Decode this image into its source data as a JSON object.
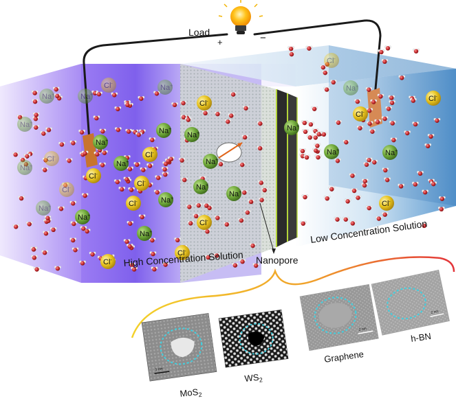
{
  "labels": {
    "load": "Load",
    "plus": "+",
    "minus": "−",
    "high_concentration": "High Concentration Solution",
    "low_concentration": "Low Concentration Solution",
    "nanopore": "Nanopore"
  },
  "ions": {
    "sodium": "Na",
    "sodium_charge": "+",
    "chloride": "Cl",
    "chloride_charge": "-"
  },
  "materials": [
    {
      "name": "MoS",
      "sub": "2",
      "scale": "1 nm"
    },
    {
      "name": "WS",
      "sub": "2",
      "scale": ""
    },
    {
      "name": "Graphene",
      "sub": "",
      "scale": "2 nm"
    },
    {
      "name": "h-BN",
      "sub": "",
      "scale": "2 nm"
    }
  ],
  "colors": {
    "high_side": "#8a6cf0",
    "low_side": "#3b86c8",
    "sodium_ion": "#6fa83a",
    "chloride_ion": "#e6c21e",
    "water_oxygen": "#c0282b",
    "pore_ring": "#3fd0e0"
  }
}
